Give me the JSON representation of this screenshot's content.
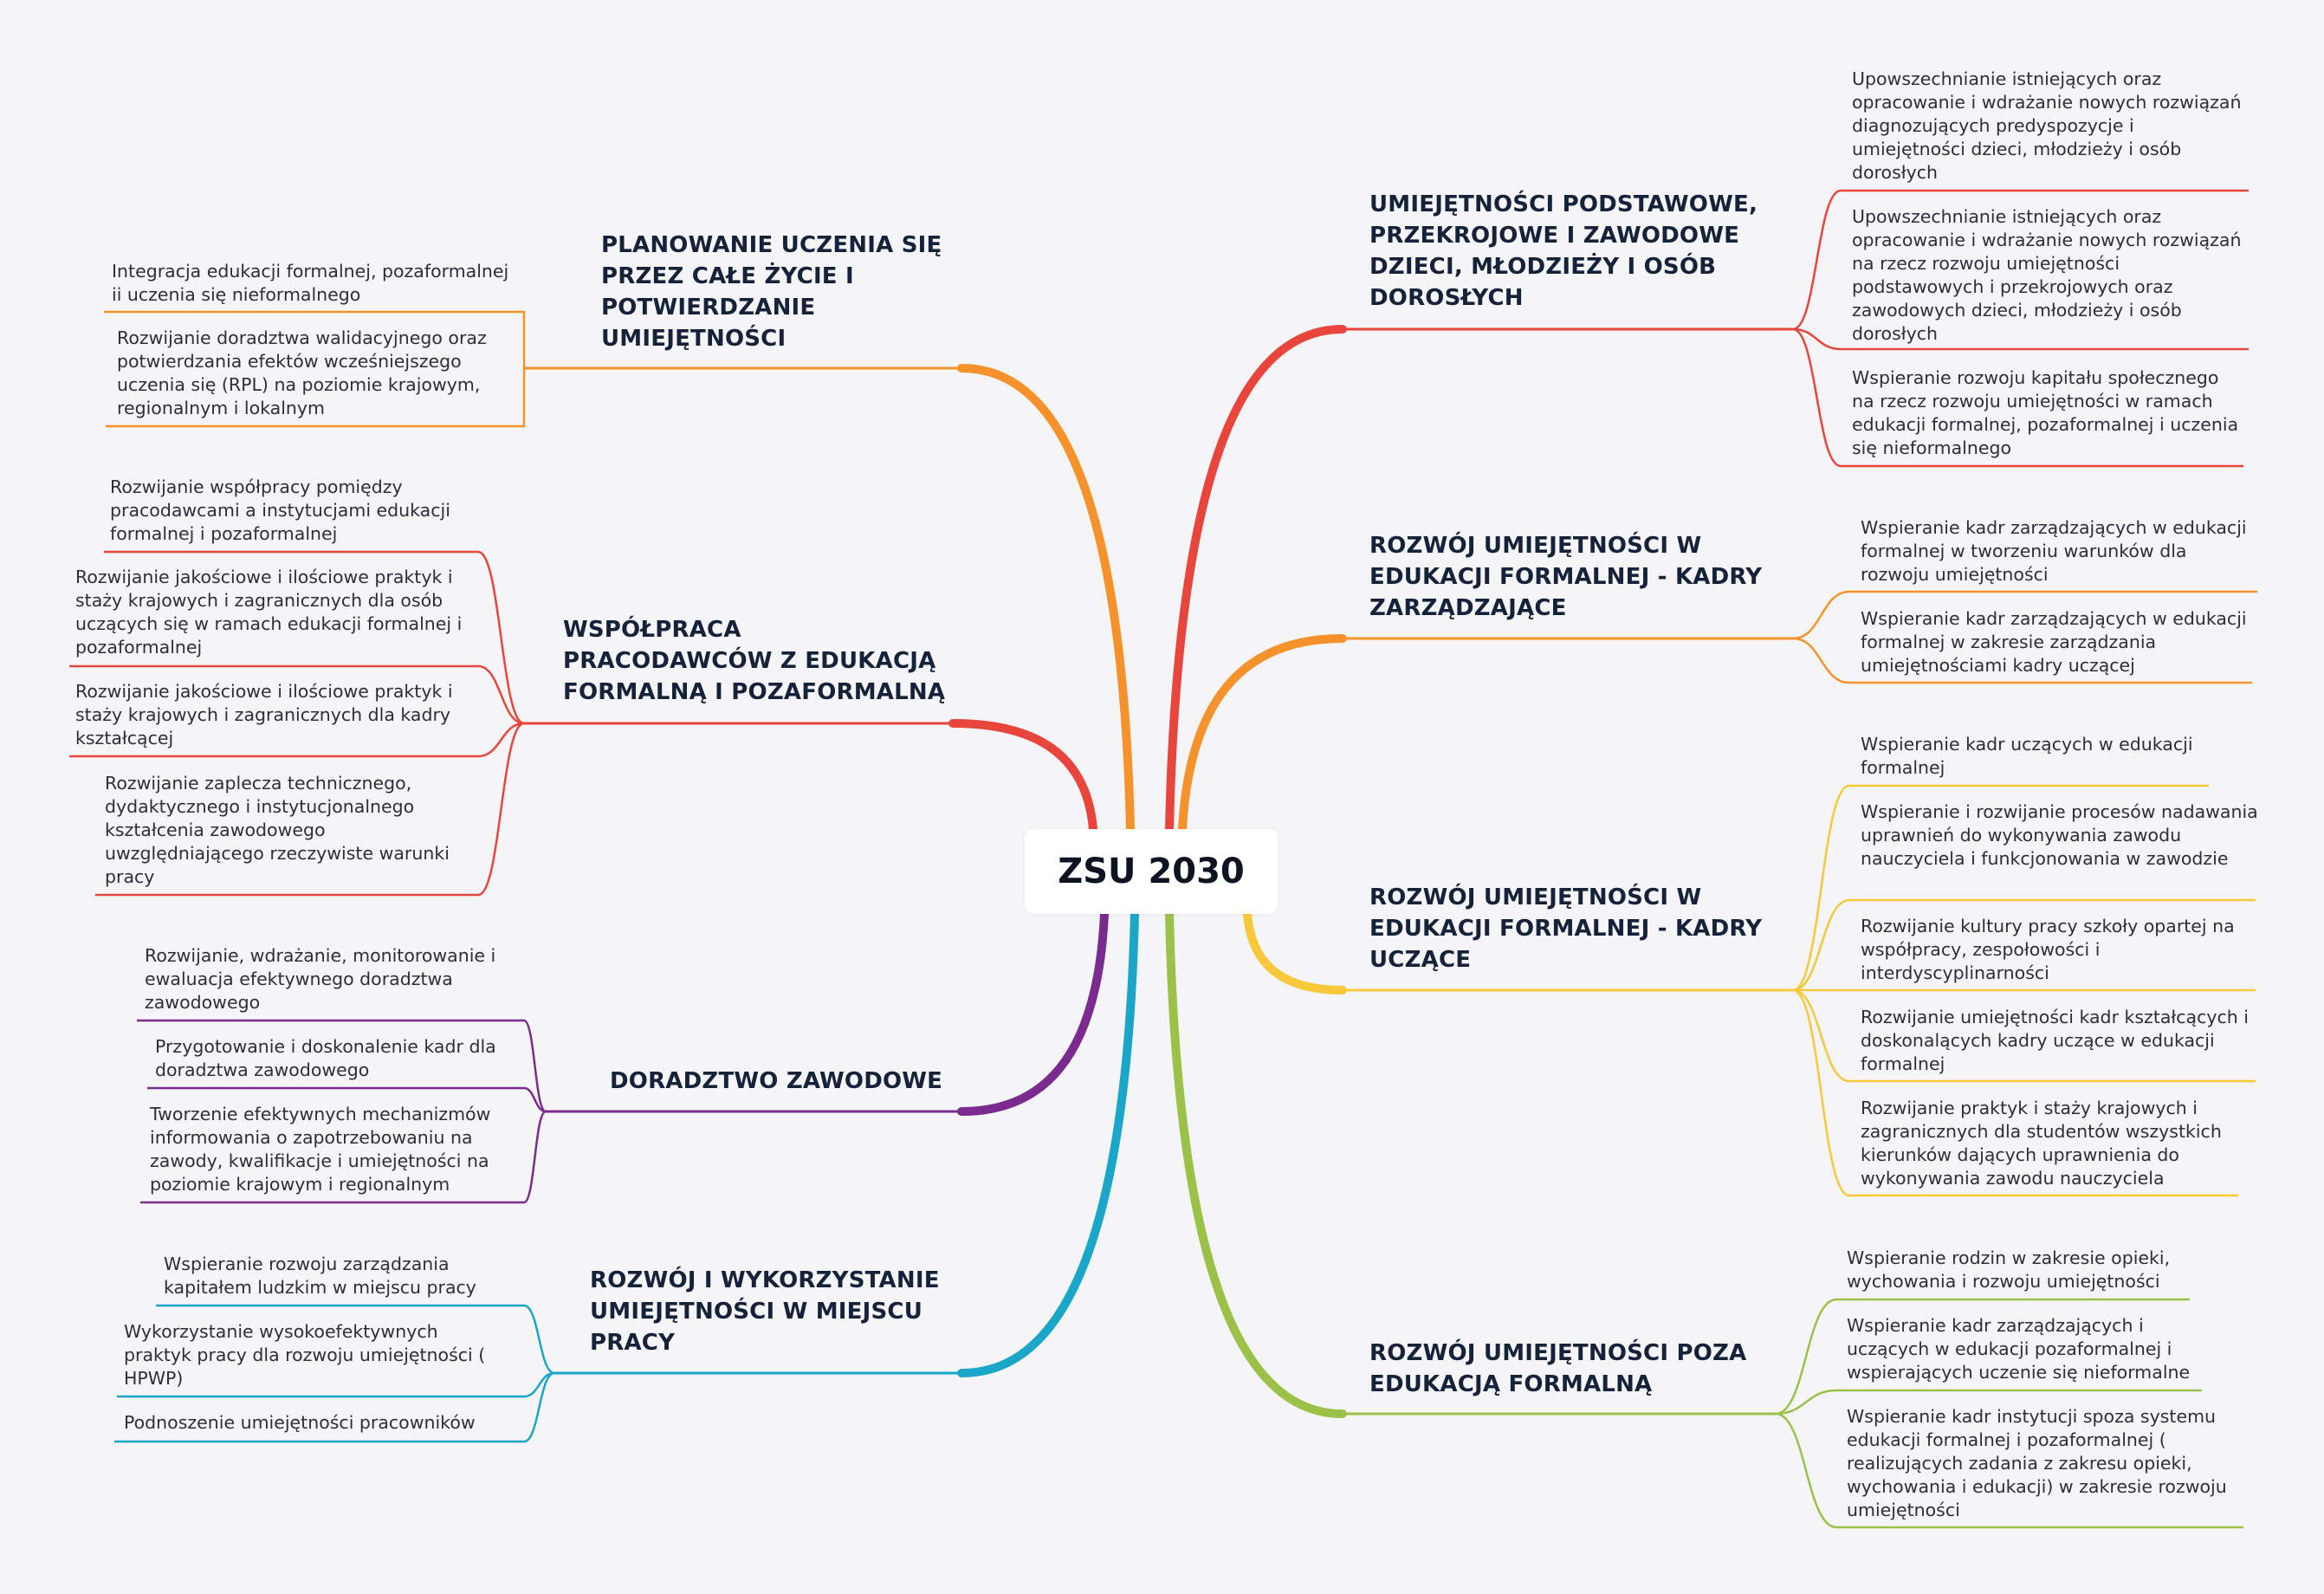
{
  "central": "ZSU 2030",
  "topics": [
    {
      "title": "PLANOWANIE UCZENIA SIĘ PRZEZ CAŁE ŻYCIE I POTWIERDZANIE UMIEJĘTNOŚCI",
      "color": "#f5922b",
      "leaves": [
        "Integracja edukacji formalnej, pozaformalnej ii uczenia się nieformalnego",
        "Rozwijanie doradztwa walidacyjnego oraz potwierdzania efektów wcześniejszego uczenia się (RPL) na poziomie krajowym, regionalnym i lokalnym"
      ]
    },
    {
      "title": "WSPÓŁPRACA PRACODAWCÓW Z EDUKACJĄ FORMALNĄ I POZAFORMALNĄ",
      "color": "#e8453c",
      "leaves": [
        "Rozwijanie współpracy pomiędzy pracodawcami a instytucjami edukacji formalnej i pozaformalnej",
        "Rozwijanie jakościowe i ilościowe praktyk i staży krajowych i zagranicznych dla osób uczących się w ramach edukacji formalnej i pozaformalnej",
        "Rozwijanie jakościowe i ilościowe praktyk i staży krajowych i zagranicznych dla kadry kształcącej",
        "Rozwijanie zaplecza technicznego, dydaktycznego i instytucjonalnego kształcenia zawodowego uwzględniającego rzeczywiste warunki pracy"
      ]
    },
    {
      "title": "DORADZTWO ZAWODOWE",
      "color": "#7b2a8f",
      "leaves": [
        "Rozwijanie, wdrażanie, monitorowanie i ewaluacja efektywnego doradztwa zawodowego",
        "Przygotowanie i doskonalenie kadr dla doradztwa zawodowego",
        "Tworzenie efektywnych mechanizmów informowania o zapotrzebowaniu na zawody, kwalifikacje i umiejętności na poziomie krajowym i regionalnym"
      ]
    },
    {
      "title": "ROZWÓJ I WYKORZYSTANIE UMIEJĘTNOŚCI W MIEJSCU PRACY",
      "color": "#19a6c9",
      "leaves": [
        "Wspieranie rozwoju zarządzania kapitałem ludzkim w miejscu pracy",
        "Wykorzystanie wysokoefektywnych praktyk pracy dla rozwoju umiejętności ( HPWP)",
        "Podnoszenie umiejętności pracowników"
      ]
    },
    {
      "title": "UMIEJĘTNOŚCI PODSTAWOWE, PRZEKROJOWE  I ZAWODOWE DZIECI, MŁODZIEŻY I OSÓB DOROSŁYCH",
      "color": "#e8453c",
      "leaves": [
        "Upowszechnianie istniejących oraz opracowanie i wdrażanie nowych rozwiązań diagnozujących predyspozycje i umiejętności dzieci, młodzieży i osób dorosłych",
        "Upowszechnianie istniejących oraz opracowanie i wdrażanie nowych rozwiązań na rzecz rozwoju umiejętności podstawowych i przekrojowych oraz zawodowych dzieci, młodzieży i osób dorosłych",
        "Wspieranie rozwoju kapitału społecznego na rzecz rozwoju umiejętności w ramach edukacji formalnej, pozaformalnej i uczenia się nieformalnego"
      ]
    },
    {
      "title": "ROZWÓJ UMIEJĘTNOŚCI W EDUKACJI FORMALNEJ - KADRY ZARZĄDZAJĄCE",
      "color": "#f5922b",
      "leaves": [
        "Wspieranie kadr zarządzających w edukacji formalnej w tworzeniu warunków dla rozwoju umiejętności",
        "Wspieranie kadr zarządzających w edukacji formalnej w zakresie zarządzania umiejętnościami kadry uczącej"
      ]
    },
    {
      "title": "ROZWÓJ UMIEJĘTNOŚCI W EDUKACJI FORMALNEJ - KADRY UCZĄCE",
      "color": "#f7c93a",
      "leaves": [
        "Wspieranie kadr uczących w edukacji formalnej",
        "Wspieranie i rozwijanie procesów nadawania uprawnień do wykonywania zawodu nauczyciela i funkcjonowania w zawodzie",
        "Rozwijanie kultury pracy szkoły opartej na współpracy, zespołowości i interdyscyplinarności",
        "Rozwijanie umiejętności kadr kształcących i doskonalących kadry uczące w edukacji formalnej",
        "Rozwijanie praktyk i staży krajowych i zagranicznych dla studentów wszystkich kierunków dających uprawnienia do wykonywania zawodu nauczyciela"
      ]
    },
    {
      "title": "ROZWÓJ UMIEJĘTNOŚCI POZA EDUKACJĄ FORMALNĄ",
      "color": "#9cc148",
      "leaves": [
        "Wspieranie rodzin w zakresie opieki, wychowania i rozwoju umiejętności",
        "Wspieranie kadr zarządzających i uczących w edukacji pozaformalnej i wspierających uczenie się nieformalne",
        "Wspieranie kadr instytucji spoza systemu edukacji formalnej i pozaformalnej ( realizujących zadania z zakresu opieki, wychowania i edukacji) w zakresie rozwoju umiejętności"
      ]
    }
  ]
}
